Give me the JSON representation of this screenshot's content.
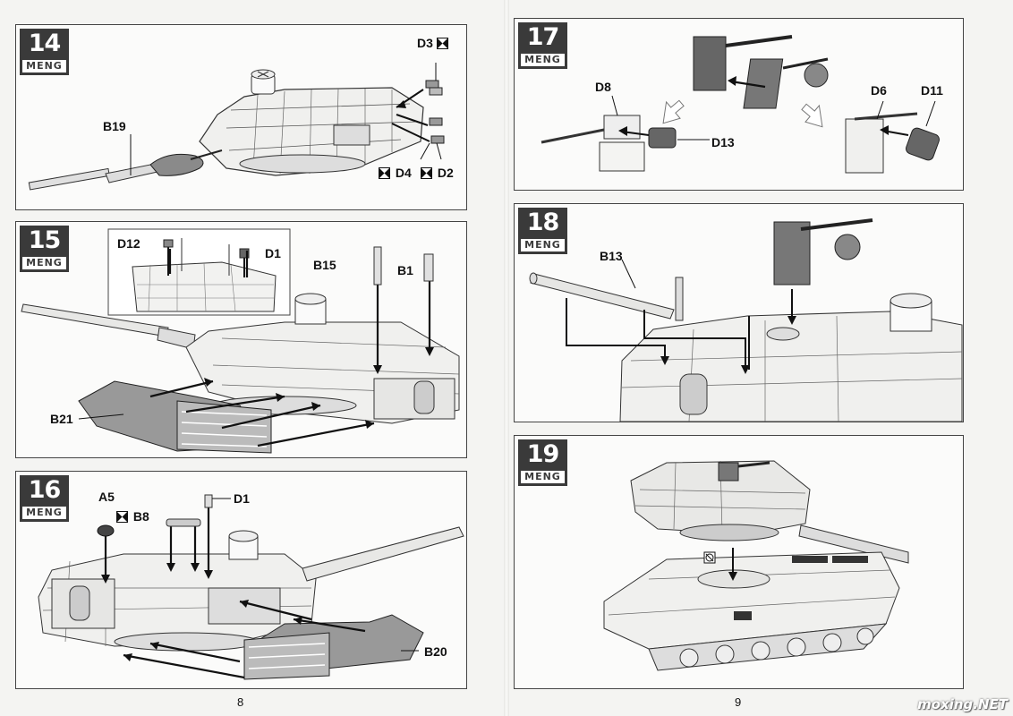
{
  "brand": "MENG",
  "steps": {
    "s14": {
      "num": "14",
      "labels": {
        "d3": "D3",
        "b19": "B19",
        "d4": "D4",
        "d2": "D2"
      }
    },
    "s15": {
      "num": "15",
      "labels": {
        "d12": "D12",
        "d1": "D1",
        "b15": "B15",
        "b1": "B1",
        "b21": "B21"
      }
    },
    "s16": {
      "num": "16",
      "labels": {
        "a5": "A5",
        "b8": "B8",
        "d1": "D1",
        "b20": "B20"
      }
    },
    "s17": {
      "num": "17",
      "labels": {
        "d8": "D8",
        "d13": "D13",
        "d6": "D6",
        "d11": "D11"
      }
    },
    "s18": {
      "num": "18",
      "labels": {
        "b13": "B13"
      }
    },
    "s19": {
      "num": "19"
    }
  },
  "page_numbers": {
    "left": "8",
    "right": "9"
  },
  "watermark": "moxing.NET",
  "icons": {
    "bowtie": "bowtie-symbol-icon",
    "glue": "no-glue-icon"
  }
}
